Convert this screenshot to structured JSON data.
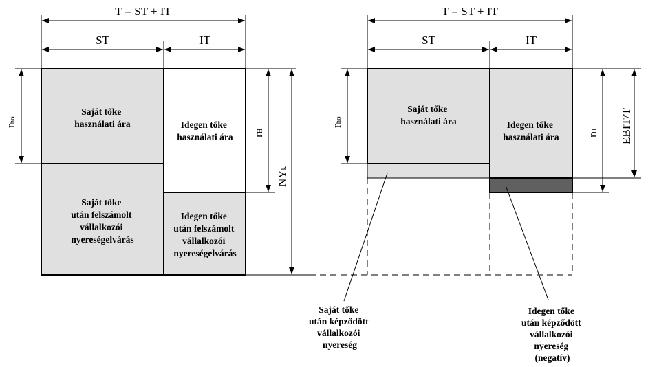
{
  "left": {
    "total_label": "T = ST + IT",
    "st_label": "ST",
    "it_label": "IT",
    "rho_main": "r",
    "rho_sub": "ho",
    "rH_main": "r",
    "rH_sub": "H",
    "nyk_main": "NY",
    "nyk_sub": "k",
    "boxes": {
      "equity_cost": [
        "Saját tőke",
        "használati ára"
      ],
      "debt_cost": [
        "Idegen tőke",
        "használati ára"
      ],
      "equity_profit": [
        "Saját tőke",
        "után felszámolt",
        "vállalkozói",
        "nyereségelvárás"
      ],
      "debt_profit": [
        "Idegen tőke",
        "után felszámolt",
        "vállalkozói",
        "nyereségelvárás"
      ]
    }
  },
  "right": {
    "total_label": "T = ST + IT",
    "st_label": "ST",
    "it_label": "IT",
    "rho_main": "r",
    "rho_sub": "ho",
    "rH_main": "r",
    "rH_sub": "H",
    "ebit_label": "EBIT/T",
    "boxes": {
      "equity_cost": [
        "Saját tőke",
        "használati ára"
      ],
      "debt_cost": [
        "Idegen tőke",
        "használati ára"
      ]
    },
    "callouts": {
      "equity_generated": [
        "Saját tőke",
        "után képződött",
        "vállalkozói",
        "nyereség"
      ],
      "debt_generated": [
        "Idegen tőke",
        "után képződött",
        "vállalkozói",
        "nyereség",
        "(negatív)"
      ]
    }
  },
  "colors": {
    "light_fill": "#e0e0e0",
    "dark_fill": "#606060",
    "line": "#000000"
  }
}
